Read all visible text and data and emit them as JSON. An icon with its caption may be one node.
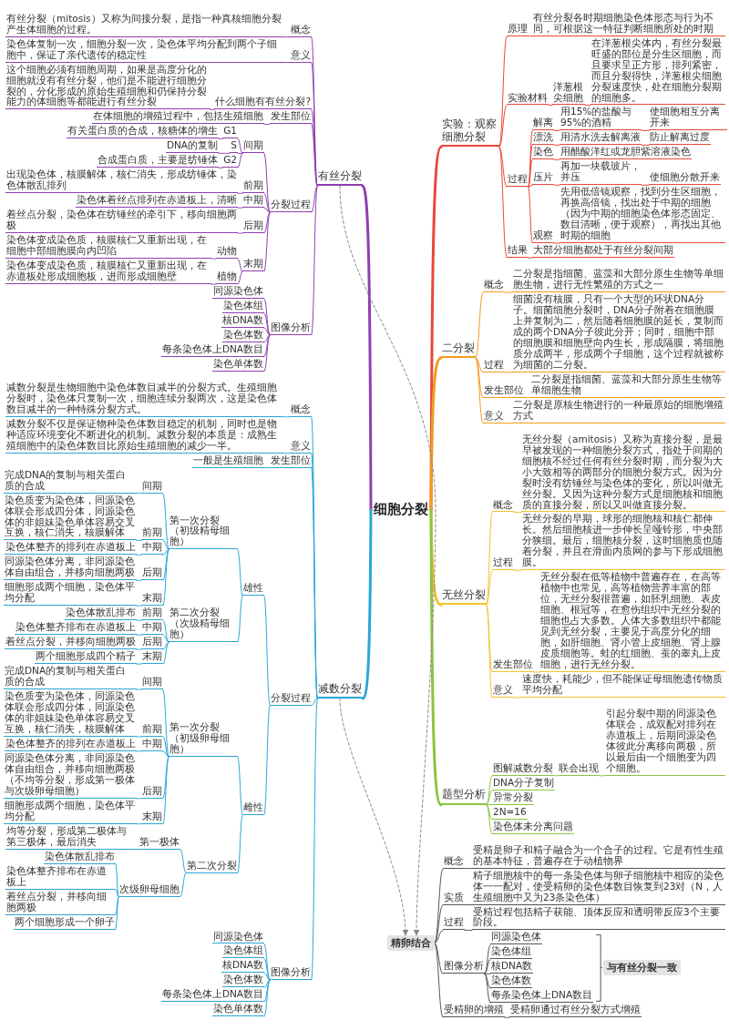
{
  "diagram": {
    "nodes": [
      {
        "text": [
          "细胞分裂"
        ]
      },
      {
        "text": [
          "有丝分裂"
        ]
      },
      {
        "text": [
          "概念"
        ]
      },
      {
        "text": [
          "有丝分裂（mitosis）又称为间接分裂，是指一种真核细胞分裂产生体细胞的过程。"
        ]
      },
      {
        "text": [
          "意义"
        ]
      },
      {
        "text": [
          "染色体复制一次，细胞分裂一次，染色体平均分配到两个子细胞中，保证了亲代遗传的稳定性"
        ]
      },
      {
        "text": [
          "什么细胞有有丝分裂?"
        ]
      },
      {
        "text": [
          "这个细胞必须有细胞周期，如果是高度分化的细胞就没有有丝分裂，他们是不能进行细胞分裂的，分化形成的原始生殖细胞和仍保持分裂能力的体细胞等都能进行有丝分裂"
        ]
      },
      {
        "text": [
          "发生部位"
        ]
      },
      {
        "text": [
          "在体细胞的增殖过程中，包括生殖细胞"
        ]
      },
      {
        "text": [
          "分裂过程"
        ]
      },
      {
        "text": [
          "间期"
        ]
      },
      {
        "text": [
          "G1"
        ]
      },
      {
        "text": [
          "有关蛋白质的合成，核糖体的增生"
        ]
      },
      {
        "text": [
          "S"
        ]
      },
      {
        "text": [
          "DNA的复制"
        ]
      },
      {
        "text": [
          "G2"
        ]
      },
      {
        "text": [
          "合成蛋白质，主要是纺锤体"
        ]
      },
      {
        "text": [
          "前期"
        ]
      },
      {
        "text": [
          "出现染色体，核膜解体，核仁消失，形成纺锤体，染色体散乱排列"
        ]
      },
      {
        "text": [
          "中期"
        ]
      },
      {
        "text": [
          "染色体着丝点排列在赤道板上，清晰"
        ]
      },
      {
        "text": [
          "后期"
        ]
      },
      {
        "text": [
          "着丝点分裂，染色体在纺锤丝的牵引下，移向细胞两极"
        ]
      },
      {
        "text": [
          "末期"
        ]
      },
      {
        "text": [
          "动物"
        ]
      },
      {
        "text": [
          "染色体变成染色质，核膜核仁又重新出现，在细胞中部细胞膜向内凹陷"
        ]
      },
      {
        "text": [
          "植物"
        ]
      },
      {
        "text": [
          "染色体变成染色质，核膜核仁又重新出现，在赤道板处形成细胞板，进而形成细胞壁"
        ]
      },
      {
        "text": [
          "图像分析"
        ]
      },
      {
        "text": [
          "同源染色体"
        ]
      },
      {
        "text": [
          "染色体组"
        ]
      },
      {
        "text": [
          "核DNA数"
        ]
      },
      {
        "text": [
          "染色体数"
        ]
      },
      {
        "text": [
          "每条染色体上DNA数目"
        ]
      },
      {
        "text": [
          "染色单体数"
        ]
      },
      {
        "text": [
          "实验：观察细胞分裂"
        ]
      },
      {
        "text": [
          "原理"
        ]
      },
      {
        "text": [
          "有丝分裂各时期细胞染色体形态与行为不同，可根据这一特征判断细胞所处的时期"
        ]
      },
      {
        "text": [
          "实验材料"
        ]
      },
      {
        "text": [
          "洋葱根尖细胞"
        ]
      },
      {
        "text": [
          "在洋葱根尖体内，有丝分裂最旺盛的部位是分生区细胞，而且要求呈正方形，排列紧密，而且分裂得快，洋葱根尖细胞分裂速度快，处在细胞分裂期的细胞多。"
        ]
      },
      {
        "text": [
          "过程"
        ]
      },
      {
        "text": [
          "解离"
        ]
      },
      {
        "text": [
          "用15%的盐酸与95%的酒精"
        ]
      },
      {
        "text": [
          "使细胞相互分离开来"
        ]
      },
      {
        "text": [
          "漂洗"
        ]
      },
      {
        "text": [
          "用清水洗去解离液"
        ]
      },
      {
        "text": [
          "防止解离过度"
        ]
      },
      {
        "text": [
          "染色"
        ]
      },
      {
        "text": [
          "用醋酸洋红或龙胆紫溶液染色"
        ]
      },
      {
        "text": [
          "压片"
        ]
      },
      {
        "text": [
          "再加一块载玻片，并压"
        ]
      },
      {
        "text": [
          "使细胞分散开来"
        ]
      },
      {
        "text": [
          "观察"
        ]
      },
      {
        "text": [
          "先用低倍镜观察，找到分生区细胞，再换高倍镜，找出处于中期的细胞（因为中期的细胞染色体形态固定、数目清晰，便于观察），再找出其他时期的细胞"
        ]
      },
      {
        "text": [
          "结果"
        ]
      },
      {
        "text": [
          "大部分细胞都处于有丝分裂间期"
        ]
      },
      {
        "text": [
          "二分裂"
        ]
      },
      {
        "text": [
          "概念"
        ]
      },
      {
        "text": [
          "二分裂是指细菌、蓝藻和大部分原生生物等单细胞生物，进行无性繁殖的方式之一"
        ]
      },
      {
        "text": [
          "过程"
        ]
      },
      {
        "text": [
          "细菌没有核膜，只有一个大型的环状DNA分子。细菌细胞分裂时，DNA分子附着在细胞膜上并复制为二，然后随着细胞膜的延长，复制而成的两个DNA分子彼此分开；同时，细胞中部的细胞膜和细胞壁向内生长，形成隔膜，将细胞质分成两半，形成两个子细胞，这个过程就被称为细菌的二分裂。"
        ]
      },
      {
        "text": [
          "发生部位"
        ]
      },
      {
        "text": [
          "二分裂是指细菌、蓝藻和大部分原生生物等单细胞生物"
        ]
      },
      {
        "text": [
          "意义"
        ]
      },
      {
        "text": [
          "二分裂是原核生物进行的一种最原始的细胞增殖方式"
        ]
      },
      {
        "text": [
          "无丝分裂"
        ]
      },
      {
        "text": [
          "概念"
        ]
      },
      {
        "text": [
          "无丝分裂（amitosis）又称为直接分裂，是最早被发现的一种细胞分裂方式，指处于间期的细胞核不经过任何有丝分裂时期，而分裂为大小大致相等的两部分的细胞分裂方式。因为分裂时没有纺锤丝与染色体的变化，所以叫做无丝分裂。又因为这种分裂方式是细胞核和细胞质的直接分裂，所以又叫做直接分裂。"
        ]
      },
      {
        "text": [
          "过程"
        ]
      },
      {
        "text": [
          "无丝分裂的早期，球形的细胞核和核仁都伸长。然后细胞核进一步伸长呈哑铃形，中央部分狭细。最后，细胞核分裂，这时细胞质也随着分裂，并且在滑面内质网的参与下形成细胞膜。"
        ]
      },
      {
        "text": [
          "发生部位"
        ]
      },
      {
        "text": [
          "无丝分裂在低等植物中普遍存在，在高等植物中也常见，高等植物营养丰富的部位，无丝分裂很普遍，如胚乳细胞、表皮细胞、根冠等，在愈伤组织中无丝分裂的细胞也占大多数。人体大多数组织中都能见到无丝分裂，主要见于高度分化的细胞，如肝细胞、肾小管上皮细胞、肾上腺皮质细胞等。蛙的红细胞、蚕的睾丸上皮细胞，进行无丝分裂。"
        ]
      },
      {
        "text": [
          "意义"
        ]
      },
      {
        "text": [
          "速度快，耗能少，但不能保证母细胞遗传物质平均分配"
        ]
      },
      {
        "text": [
          "题型分析"
        ]
      },
      {
        "text": [
          "图解减数分裂"
        ]
      },
      {
        "text": [
          "联会出现"
        ]
      },
      {
        "text": [
          "引起分裂中期的同源染色体联会，成双配对排列在赤道板上，后期同源染色体彼此分离移向两极，所以最后由一个细胞变为四个细胞。"
        ]
      },
      {
        "text": [
          "DNA分子复制"
        ]
      },
      {
        "text": [
          "异常分裂"
        ]
      },
      {
        "text": [
          "2N=16"
        ]
      },
      {
        "text": [
          "染色体未分离问题"
        ]
      },
      {
        "text": [
          "减数分裂"
        ]
      },
      {
        "text": [
          "概念"
        ]
      },
      {
        "text": [
          "减数分裂是生物细胞中染色体数目减半的分裂方式。生殖细胞分裂时，染色体只复制一次，细胞连续分裂两次，这是染色体数目减半的一种特殊分裂方式。"
        ]
      },
      {
        "text": [
          "意义"
        ]
      },
      {
        "text": [
          "减数分裂不仅是保证物种染色体数目稳定的机制，同时也是物种适应环境变化不断进化的机制。减数分裂的本质是：成熟生殖细胞中的染色体数目比原始生殖细胞的减少一半。"
        ]
      },
      {
        "text": [
          "发生部位"
        ]
      },
      {
        "text": [
          "一般是生殖细胞"
        ]
      },
      {
        "text": [
          "分裂过程"
        ]
      },
      {
        "text": [
          "雄性"
        ]
      },
      {
        "text": [
          "第一次分裂（初级精母细胞）"
        ]
      },
      {
        "text": [
          "间期"
        ]
      },
      {
        "text": [
          "完成DNA的复制与相关蛋白质的合成"
        ]
      },
      {
        "text": [
          "前期"
        ]
      },
      {
        "text": [
          "染色质变为染色体，同源染色体联会形成四分体，同源染色体的非姐妹染色单体容易交叉互换，核仁消失，核膜解体"
        ]
      },
      {
        "text": [
          "中期"
        ]
      },
      {
        "text": [
          "染色体整齐的排列在赤道板上"
        ]
      },
      {
        "text": [
          "后期"
        ]
      },
      {
        "text": [
          "同源染色体分离，非同源染色体自由组合，并移向细胞两极"
        ]
      },
      {
        "text": [
          "末期"
        ]
      },
      {
        "text": [
          "细胞形成两个细胞，染色体平均分配"
        ]
      },
      {
        "text": [
          "第二次分裂（次级精母细胞）"
        ]
      },
      {
        "text": [
          "前期"
        ]
      },
      {
        "text": [
          "染色体散乱排布"
        ]
      },
      {
        "text": [
          "中期"
        ]
      },
      {
        "text": [
          "染色体整齐排布在赤道板上"
        ]
      },
      {
        "text": [
          "后期"
        ]
      },
      {
        "text": [
          "着丝点分裂，并移向细胞两极"
        ]
      },
      {
        "text": [
          "末期"
        ]
      },
      {
        "text": [
          "两个细胞形成四个精子"
        ]
      },
      {
        "text": [
          "雌性"
        ]
      },
      {
        "text": [
          "第一次分裂（初级卵母细胞）"
        ]
      },
      {
        "text": [
          "间期"
        ]
      },
      {
        "text": [
          "完成DNA的复制与相关蛋白质的合成"
        ]
      },
      {
        "text": [
          "前期"
        ]
      },
      {
        "text": [
          "染色质变为染色体，同源染色体联会形成四分体，同源染色体的非姐妹染色单体容易交叉互换，核仁消失，核膜解体"
        ]
      },
      {
        "text": [
          "中期"
        ]
      },
      {
        "text": [
          "染色体整齐的排列在赤道板上"
        ]
      },
      {
        "text": [
          "后期"
        ]
      },
      {
        "text": [
          "同源染色体分离，非同源染色体自由组合，并移向细胞两极（不均等分裂，形成第一极体与次级卵母细胞）"
        ]
      },
      {
        "text": [
          "末期"
        ]
      },
      {
        "text": [
          "细胞形成两个细胞，染色体平均分配"
        ]
      },
      {
        "text": [
          "第二次分裂"
        ]
      },
      {
        "text": [
          "第一极体"
        ]
      },
      {
        "text": [
          "均等分裂，形成第二极体与第三极体，最后消失"
        ]
      },
      {
        "text": [
          "次级卵母细胞"
        ]
      },
      {
        "text": [
          "染色体散乱排布"
        ]
      },
      {
        "text": [
          "染色体整齐排布在赤道板上"
        ]
      },
      {
        "text": [
          "着丝点分裂，并移向细胞两极"
        ]
      },
      {
        "text": [
          "两个细胞形成一个卵子"
        ]
      },
      {
        "text": [
          "图像分析"
        ]
      },
      {
        "text": [
          "同源染色体"
        ]
      },
      {
        "text": [
          "染色体组"
        ]
      },
      {
        "text": [
          "核DNA数"
        ]
      },
      {
        "text": [
          "染色体数"
        ]
      },
      {
        "text": [
          "每条染色体上DNA数目"
        ]
      },
      {
        "text": [
          "染色单体数"
        ]
      },
      {
        "text": [
          "精卵结合"
        ]
      },
      {
        "text": [
          "概念"
        ]
      },
      {
        "text": [
          "受精是卵子和精子融合为一个合子的过程。它是有性生殖的基本特征，普遍存在于动植物界"
        ]
      },
      {
        "text": [
          "实质"
        ]
      },
      {
        "text": [
          "精子细胞核中的每一条染色体与卵子细胞核中相应的染色体一一配对，使受精卵的染色体数目恢复到23对（N，人生殖细胞中又为23条染色体）"
        ]
      },
      {
        "text": [
          "过程"
        ]
      },
      {
        "text": [
          "受精过程包括精子获能、顶体反应和透明带反应3个主要阶段。"
        ]
      },
      {
        "text": [
          "图像分析"
        ]
      },
      {
        "text": [
          "同源染色体"
        ]
      },
      {
        "text": [
          "染色体组"
        ]
      },
      {
        "text": [
          "核DNA数"
        ]
      },
      {
        "text": [
          "染色体数"
        ]
      },
      {
        "text": [
          "每条染色体上DNA数目"
        ]
      },
      {
        "text": [
          "与有丝分裂一致"
        ]
      },
      {
        "text": [
          "受精卵的增殖"
        ]
      },
      {
        "text": [
          "受精卵通过有丝分裂方式增殖"
        ]
      }
    ],
    "edges": [
      {
        "from": 0,
        "to": 1,
        "arrow": "none",
        "style": "thick",
        "color": "#8e3fae"
      },
      {
        "from": 1,
        "to": 2,
        "arrow": "none",
        "color": "#8e3fae"
      },
      {
        "from": 2,
        "to": 3,
        "arrow": "none",
        "color": "#8e3fae"
      },
      {
        "from": 1,
        "to": 4,
        "arrow": "none",
        "color": "#8e3fae"
      },
      {
        "from": 4,
        "to": 5,
        "arrow": "none",
        "color": "#8e3fae"
      },
      {
        "from": 1,
        "to": 6,
        "arrow": "none",
        "color": "#8e3fae"
      },
      {
        "from": 6,
        "to": 7,
        "arrow": "none",
        "color": "#8e3fae"
      },
      {
        "from": 1,
        "to": 8,
        "arrow": "none",
        "color": "#8e3fae"
      },
      {
        "from": 8,
        "to": 9,
        "arrow": "none",
        "color": "#8e3fae"
      },
      {
        "from": 1,
        "to": 10,
        "arrow": "none",
        "color": "#8e3fae"
      },
      {
        "from": 10,
        "to": 11,
        "arrow": "none",
        "color": "#8e3fae"
      },
      {
        "from": 11,
        "to": 12,
        "arrow": "none",
        "color": "#8e3fae"
      },
      {
        "from": 12,
        "to": 13,
        "arrow": "none",
        "color": "#8e3fae"
      },
      {
        "from": 11,
        "to": 14,
        "arrow": "none",
        "color": "#8e3fae"
      },
      {
        "from": 14,
        "to": 15,
        "arrow": "none",
        "color": "#8e3fae"
      },
      {
        "from": 11,
        "to": 16,
        "arrow": "none",
        "color": "#8e3fae"
      },
      {
        "from": 16,
        "to": 17,
        "arrow": "none",
        "color": "#8e3fae"
      },
      {
        "from": 10,
        "to": 18,
        "arrow": "none",
        "color": "#8e3fae"
      },
      {
        "from": 18,
        "to": 19,
        "arrow": "none",
        "color": "#8e3fae"
      },
      {
        "from": 10,
        "to": 20,
        "arrow": "none",
        "color": "#8e3fae"
      },
      {
        "from": 20,
        "to": 21,
        "arrow": "none",
        "color": "#8e3fae"
      },
      {
        "from": 10,
        "to": 22,
        "arrow": "none",
        "color": "#8e3fae"
      },
      {
        "from": 22,
        "to": 23,
        "arrow": "none",
        "color": "#8e3fae"
      },
      {
        "from": 10,
        "to": 24,
        "arrow": "none",
        "color": "#8e3fae"
      },
      {
        "from": 24,
        "to": 25,
        "arrow": "none",
        "color": "#8e3fae"
      },
      {
        "from": 25,
        "to": 26,
        "arrow": "none",
        "color": "#8e3fae"
      },
      {
        "from": 24,
        "to": 27,
        "arrow": "none",
        "color": "#8e3fae"
      },
      {
        "from": 27,
        "to": 28,
        "arrow": "none",
        "color": "#8e3fae"
      },
      {
        "from": 1,
        "to": 29,
        "arrow": "none",
        "color": "#8e3fae"
      },
      {
        "from": 29,
        "to": 30,
        "arrow": "none",
        "color": "#8e3fae"
      },
      {
        "from": 29,
        "to": 31,
        "arrow": "none",
        "color": "#8e3fae"
      },
      {
        "from": 29,
        "to": 32,
        "arrow": "none",
        "color": "#8e3fae"
      },
      {
        "from": 29,
        "to": 33,
        "arrow": "none",
        "color": "#8e3fae"
      },
      {
        "from": 29,
        "to": 34,
        "arrow": "none",
        "color": "#8e3fae"
      },
      {
        "from": 29,
        "to": 35,
        "arrow": "none",
        "color": "#8e3fae"
      },
      {
        "from": 0,
        "to": 36,
        "arrow": "none",
        "style": "thick",
        "color": "#e8473b"
      },
      {
        "from": 36,
        "to": 37,
        "arrow": "none",
        "color": "#e8473b"
      },
      {
        "from": 37,
        "to": 38,
        "arrow": "none",
        "color": "#e8473b"
      },
      {
        "from": 36,
        "to": 39,
        "arrow": "none",
        "color": "#e8473b"
      },
      {
        "from": 39,
        "to": 40,
        "arrow": "none",
        "color": "#e8473b"
      },
      {
        "from": 40,
        "to": 41,
        "arrow": "none",
        "color": "#e8473b"
      },
      {
        "from": 36,
        "to": 42,
        "arrow": "none",
        "color": "#e8473b"
      },
      {
        "from": 42,
        "to": 43,
        "arrow": "none",
        "color": "#e8473b"
      },
      {
        "from": 43,
        "to": 44,
        "arrow": "none",
        "color": "#e8473b"
      },
      {
        "from": 44,
        "to": 45,
        "arrow": "none",
        "color": "#e8473b"
      },
      {
        "from": 42,
        "to": 46,
        "arrow": "none",
        "color": "#e8473b"
      },
      {
        "from": 46,
        "to": 47,
        "arrow": "none",
        "color": "#e8473b"
      },
      {
        "from": 47,
        "to": 48,
        "arrow": "none",
        "color": "#e8473b"
      },
      {
        "from": 42,
        "to": 49,
        "arrow": "none",
        "color": "#e8473b"
      },
      {
        "from": 49,
        "to": 50,
        "arrow": "none",
        "color": "#e8473b"
      },
      {
        "from": 42,
        "to": 51,
        "arrow": "none",
        "color": "#e8473b"
      },
      {
        "from": 51,
        "to": 52,
        "arrow": "none",
        "color": "#e8473b"
      },
      {
        "from": 52,
        "to": 53,
        "arrow": "none",
        "color": "#e8473b"
      },
      {
        "from": 42,
        "to": 54,
        "arrow": "none",
        "color": "#e8473b"
      },
      {
        "from": 54,
        "to": 55,
        "arrow": "none",
        "color": "#e8473b"
      },
      {
        "from": 36,
        "to": 56,
        "arrow": "none",
        "color": "#e8473b"
      },
      {
        "from": 56,
        "to": 57,
        "arrow": "none",
        "color": "#e8473b"
      },
      {
        "from": 0,
        "to": 58,
        "arrow": "none",
        "style": "thick",
        "color": "#f39a1e"
      },
      {
        "from": 58,
        "to": 59,
        "arrow": "none",
        "color": "#f39a1e"
      },
      {
        "from": 59,
        "to": 60,
        "arrow": "none",
        "color": "#f39a1e"
      },
      {
        "from": 58,
        "to": 61,
        "arrow": "none",
        "color": "#f39a1e"
      },
      {
        "from": 61,
        "to": 62,
        "arrow": "none",
        "color": "#f39a1e"
      },
      {
        "from": 58,
        "to": 63,
        "arrow": "none",
        "color": "#f39a1e"
      },
      {
        "from": 63,
        "to": 64,
        "arrow": "none",
        "color": "#f39a1e"
      },
      {
        "from": 58,
        "to": 65,
        "arrow": "none",
        "color": "#f39a1e"
      },
      {
        "from": 65,
        "to": 66,
        "arrow": "none",
        "color": "#f39a1e"
      },
      {
        "from": 0,
        "to": 67,
        "arrow": "none",
        "style": "thick",
        "color": "#f2c230"
      },
      {
        "from": 67,
        "to": 68,
        "arrow": "none",
        "color": "#f2c230"
      },
      {
        "from": 68,
        "to": 69,
        "arrow": "none",
        "color": "#f2c230"
      },
      {
        "from": 67,
        "to": 70,
        "arrow": "none",
        "color": "#f2c230"
      },
      {
        "from": 70,
        "to": 71,
        "arrow": "none",
        "color": "#f2c230"
      },
      {
        "from": 67,
        "to": 72,
        "arrow": "none",
        "color": "#f2c230"
      },
      {
        "from": 72,
        "to": 73,
        "arrow": "none",
        "color": "#f2c230"
      },
      {
        "from": 67,
        "to": 74,
        "arrow": "none",
        "color": "#f2c230"
      },
      {
        "from": 74,
        "to": 75,
        "arrow": "none",
        "color": "#f2c230"
      },
      {
        "from": 0,
        "to": 76,
        "arrow": "none",
        "style": "thick",
        "color": "#8cc43f"
      },
      {
        "from": 76,
        "to": 77,
        "arrow": "none",
        "color": "#8cc43f"
      },
      {
        "from": 77,
        "to": 78,
        "arrow": "none",
        "color": "#8cc43f"
      },
      {
        "from": 78,
        "to": 79,
        "arrow": "none",
        "color": "#8cc43f"
      },
      {
        "from": 76,
        "to": 80,
        "arrow": "none",
        "color": "#8cc43f"
      },
      {
        "from": 76,
        "to": 81,
        "arrow": "none",
        "color": "#8cc43f"
      },
      {
        "from": 76,
        "to": 82,
        "arrow": "none",
        "color": "#8cc43f"
      },
      {
        "from": 76,
        "to": 83,
        "arrow": "none",
        "color": "#8cc43f"
      },
      {
        "from": 0,
        "to": 84,
        "arrow": "none",
        "style": "thick"
      },
      {
        "from": 84,
        "to": 85,
        "arrow": "none"
      },
      {
        "from": 85,
        "to": 86,
        "arrow": "none"
      },
      {
        "from": 84,
        "to": 87,
        "arrow": "none"
      },
      {
        "from": 87,
        "to": 88,
        "arrow": "none"
      },
      {
        "from": 84,
        "to": 89,
        "arrow": "none"
      },
      {
        "from": 89,
        "to": 90,
        "arrow": "none"
      },
      {
        "from": 84,
        "to": 91,
        "arrow": "none"
      },
      {
        "from": 91,
        "to": 92,
        "arrow": "none"
      },
      {
        "from": 92,
        "to": 93,
        "arrow": "none"
      },
      {
        "from": 93,
        "to": 94,
        "arrow": "none"
      },
      {
        "from": 94,
        "to": 95,
        "arrow": "none"
      },
      {
        "from": 93,
        "to": 96,
        "arrow": "none"
      },
      {
        "from": 96,
        "to": 97,
        "arrow": "none"
      },
      {
        "from": 93,
        "to": 98,
        "arrow": "none"
      },
      {
        "from": 98,
        "to": 99,
        "arrow": "none"
      },
      {
        "from": 93,
        "to": 100,
        "arrow": "none"
      },
      {
        "from": 100,
        "to": 101,
        "arrow": "none"
      },
      {
        "from": 93,
        "to": 102,
        "arrow": "none"
      },
      {
        "from": 102,
        "to": 103,
        "arrow": "none"
      },
      {
        "from": 92,
        "to": 104,
        "arrow": "none"
      },
      {
        "from": 104,
        "to": 105,
        "arrow": "none"
      },
      {
        "from": 105,
        "to": 106,
        "arrow": "none"
      },
      {
        "from": 104,
        "to": 107,
        "arrow": "none"
      },
      {
        "from": 107,
        "to": 108,
        "arrow": "none"
      },
      {
        "from": 104,
        "to": 109,
        "arrow": "none"
      },
      {
        "from": 109,
        "to": 110,
        "arrow": "none"
      },
      {
        "from": 104,
        "to": 111,
        "arrow": "none"
      },
      {
        "from": 111,
        "to": 112,
        "arrow": "none"
      },
      {
        "from": 91,
        "to": 113,
        "arrow": "none"
      },
      {
        "from": 113,
        "to": 114,
        "arrow": "none"
      },
      {
        "from": 114,
        "to": 115,
        "arrow": "none"
      },
      {
        "from": 115,
        "to": 116,
        "arrow": "none"
      },
      {
        "from": 114,
        "to": 117,
        "arrow": "none"
      },
      {
        "from": 117,
        "to": 118,
        "arrow": "none"
      },
      {
        "from": 114,
        "to": 119,
        "arrow": "none"
      },
      {
        "from": 119,
        "to": 120,
        "arrow": "none"
      },
      {
        "from": 114,
        "to": 121,
        "arrow": "none"
      },
      {
        "from": 121,
        "to": 122,
        "arrow": "none"
      },
      {
        "from": 114,
        "to": 123,
        "arrow": "none"
      },
      {
        "from": 123,
        "to": 124,
        "arrow": "none"
      },
      {
        "from": 113,
        "to": 125,
        "arrow": "none"
      },
      {
        "from": 125,
        "to": 126,
        "arrow": "none"
      },
      {
        "from": 126,
        "to": 127,
        "arrow": "none"
      },
      {
        "from": 125,
        "to": 128,
        "arrow": "none"
      },
      {
        "from": 128,
        "to": 129,
        "arrow": "none"
      },
      {
        "from": 128,
        "to": 130,
        "arrow": "none"
      },
      {
        "from": 128,
        "to": 131,
        "arrow": "none"
      },
      {
        "from": 128,
        "to": 132,
        "arrow": "none"
      },
      {
        "from": 84,
        "to": 133,
        "arrow": "none"
      },
      {
        "from": 133,
        "to": 134,
        "arrow": "none"
      },
      {
        "from": 133,
        "to": 135,
        "arrow": "none"
      },
      {
        "from": 133,
        "to": 136,
        "arrow": "none"
      },
      {
        "from": 133,
        "to": 137,
        "arrow": "none"
      },
      {
        "from": 133,
        "to": 138,
        "arrow": "none"
      },
      {
        "from": 133,
        "to": 139,
        "arrow": "none"
      },
      {
        "from": 140,
        "to": 141,
        "arrow": "none",
        "color": "#555555"
      },
      {
        "from": 141,
        "to": 142,
        "arrow": "none",
        "color": "#555555"
      },
      {
        "from": 140,
        "to": 143,
        "arrow": "none",
        "color": "#555555"
      },
      {
        "from": 143,
        "to": 144,
        "arrow": "none",
        "color": "#555555"
      },
      {
        "from": 140,
        "to": 145,
        "arrow": "none",
        "color": "#555555"
      },
      {
        "from": 145,
        "to": 146,
        "arrow": "none",
        "color": "#555555"
      },
      {
        "from": 140,
        "to": 147,
        "arrow": "none",
        "color": "#555555"
      },
      {
        "from": 147,
        "to": 148,
        "arrow": "none",
        "color": "#555555"
      },
      {
        "from": 147,
        "to": 149,
        "arrow": "none",
        "color": "#555555"
      },
      {
        "from": 147,
        "to": 150,
        "arrow": "none",
        "color": "#555555"
      },
      {
        "from": 147,
        "to": 151,
        "arrow": "none",
        "color": "#555555"
      },
      {
        "from": 147,
        "to": 152,
        "arrow": "none",
        "color": "#555555"
      },
      {
        "from": 140,
        "to": 154,
        "arrow": "none",
        "color": "#555555"
      },
      {
        "from": 154,
        "to": 155,
        "arrow": "none",
        "color": "#555555"
      },
      {
        "from": 1,
        "to": 140,
        "arrow": "to",
        "style": "dashed",
        "color": "#888888"
      },
      {
        "from": 84,
        "to": 140,
        "arrow": "to",
        "style": "dashed",
        "color": "#888888"
      }
    ]
  }
}
